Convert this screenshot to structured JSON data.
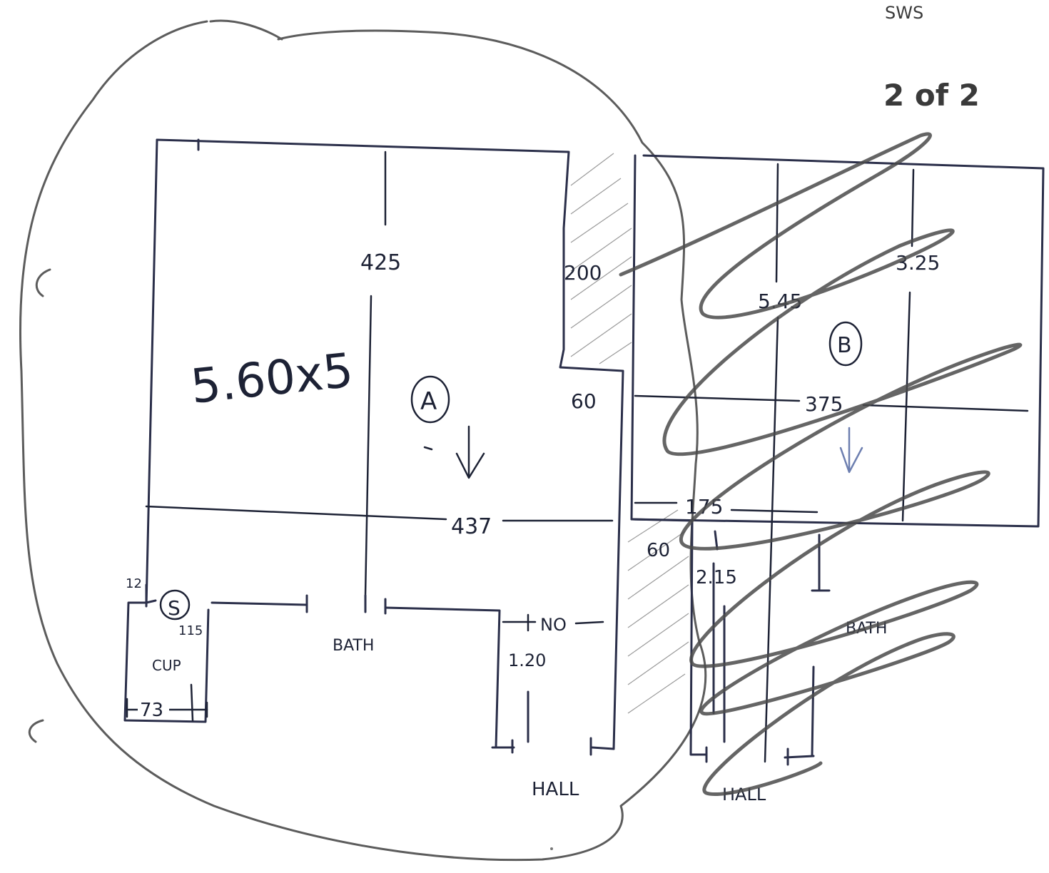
{
  "header": {
    "code": "SWS",
    "page": "2 of 2"
  },
  "unit_a": {
    "title": "5.60x5",
    "marker": "A",
    "dims": {
      "top_vertical": "425",
      "step_wall": "200",
      "step_width": "60",
      "horizontal": "437",
      "corner": "12",
      "cupboard_depth": "115",
      "cupboard_width": "73",
      "hall_width": "1.20"
    },
    "rooms": {
      "cupboard": "CUP",
      "bath": "BATH",
      "no": "NO",
      "hall": "HALL"
    },
    "icons": [
      "arrow-down-icon"
    ]
  },
  "unit_b": {
    "marker": "B",
    "dims": {
      "vertical_left": "5.45",
      "vertical_right": "3.25",
      "horizontal": "375",
      "lower": "175",
      "step": "60",
      "small": "2.15"
    },
    "rooms": {
      "bath": "BATH",
      "hall": "HALL"
    },
    "icons": [
      "arrow-down-icon"
    ],
    "crossed_out": true
  }
}
